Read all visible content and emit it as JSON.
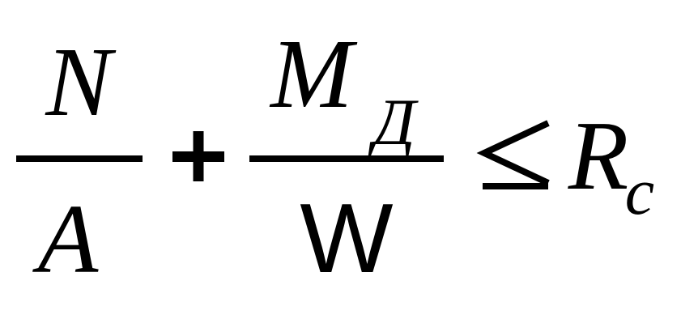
{
  "formula": {
    "fraction1": {
      "numerator": "N",
      "denominator": "A"
    },
    "plus": "+",
    "fraction2": {
      "numerator": {
        "base": "M",
        "subscript": "Д"
      },
      "denominator": "W"
    },
    "relation": "≤",
    "rhs": {
      "base": "R",
      "subscript": "c"
    }
  },
  "colors": {
    "ink": "#000000",
    "background": "#ffffff"
  }
}
